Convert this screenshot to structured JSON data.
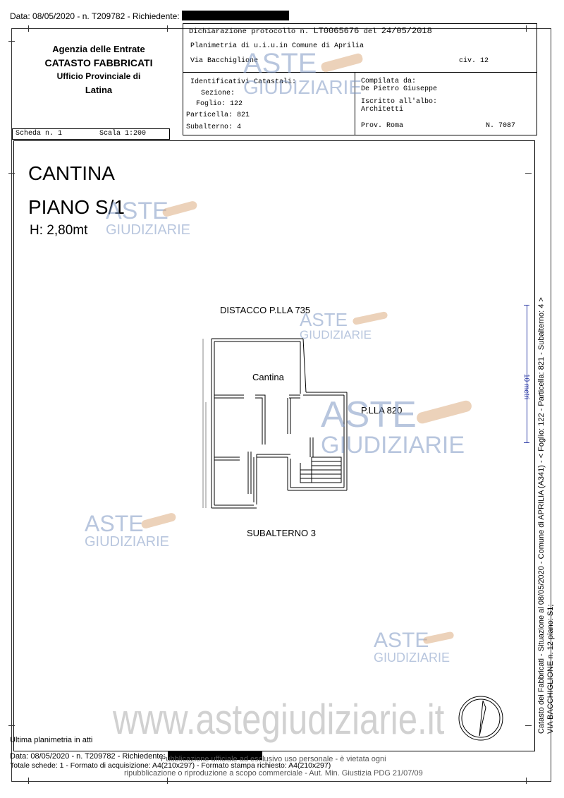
{
  "top_line": {
    "text": "Data: 08/05/2020 - n. T209782 - Richiedente:"
  },
  "agency": {
    "line1": "Agenzia delle Entrate",
    "line2": "CATASTO FABBRICATI",
    "line3": "Ufficio Provinciale di",
    "line4": "Latina"
  },
  "header": {
    "dichiarazione_label": "Dichiarazione protocollo n.",
    "protocol_no": "LT0065676",
    "del_label": "del",
    "protocol_date": "24/05/2018",
    "planimetria": "Planimetria di u.i.u.in Comune di Aprilia",
    "via": "Via Bacchiglione",
    "civ": "civ. 12",
    "ident_label": "Identificativi Catastali:",
    "sezione": "Sezione:",
    "foglio": "Foglio: 122",
    "particella": "Particella: 821",
    "subalterno": "Subalterno: 4",
    "compilata_label": "Compilata da:",
    "compilata_name": "De Pietro Giuseppe",
    "iscritto_label": "Iscritto all'albo:",
    "iscritto_value": "Architetti",
    "prov": "Prov. Roma",
    "num": "N. 7087"
  },
  "scheda": {
    "label": "Scheda n. 1",
    "scala": "Scala 1:200"
  },
  "plan": {
    "title1": "CANTINA",
    "title2": "PIANO S/1",
    "height": "H: 2,80mt",
    "distacco": "DISTACCO P.LLA 735",
    "room": "Cantina",
    "plla820": "P.LLA 820",
    "subalterno3": "SUBALTERNO 3"
  },
  "side_text": {
    "line1": "Catasto dei Fabbricati - Situazione al 08/05/2020 - Comune di APRILIA (A341) - < Foglio: 122 - Particella: 821 - Subalterno: 4 >",
    "line2": "VIA BACCHIGLIONE n. 12 piano: S1;",
    "scale_mark": "10 metri"
  },
  "footer": {
    "ultima": "Ultima planimetria in atti",
    "data_line": "Data: 08/05/2020 - n. T209782 - Richiedente:",
    "totale": "Totale schede: 1 - Formato di acquisizione: A4(210x297) - Formato stampa richiesto: A4(210x297)",
    "pub1": "Pubblicazione ufficiale ad esclusivo uso personale - è vietata ogni",
    "pub2": "ripubblicazione o riproduzione a scopo commerciale - Aut. Min. Giustizia PDG 21/07/09"
  },
  "watermarks": {
    "aste": "ASTE",
    "giudiziarie": "GIUDIZIARIE",
    "site": "www.astegiudiziarie.it"
  },
  "colors": {
    "watermark_blue": "#7f98c4",
    "watermark_gavel": "#d9a676",
    "site_grey": "#c9c9c9"
  }
}
